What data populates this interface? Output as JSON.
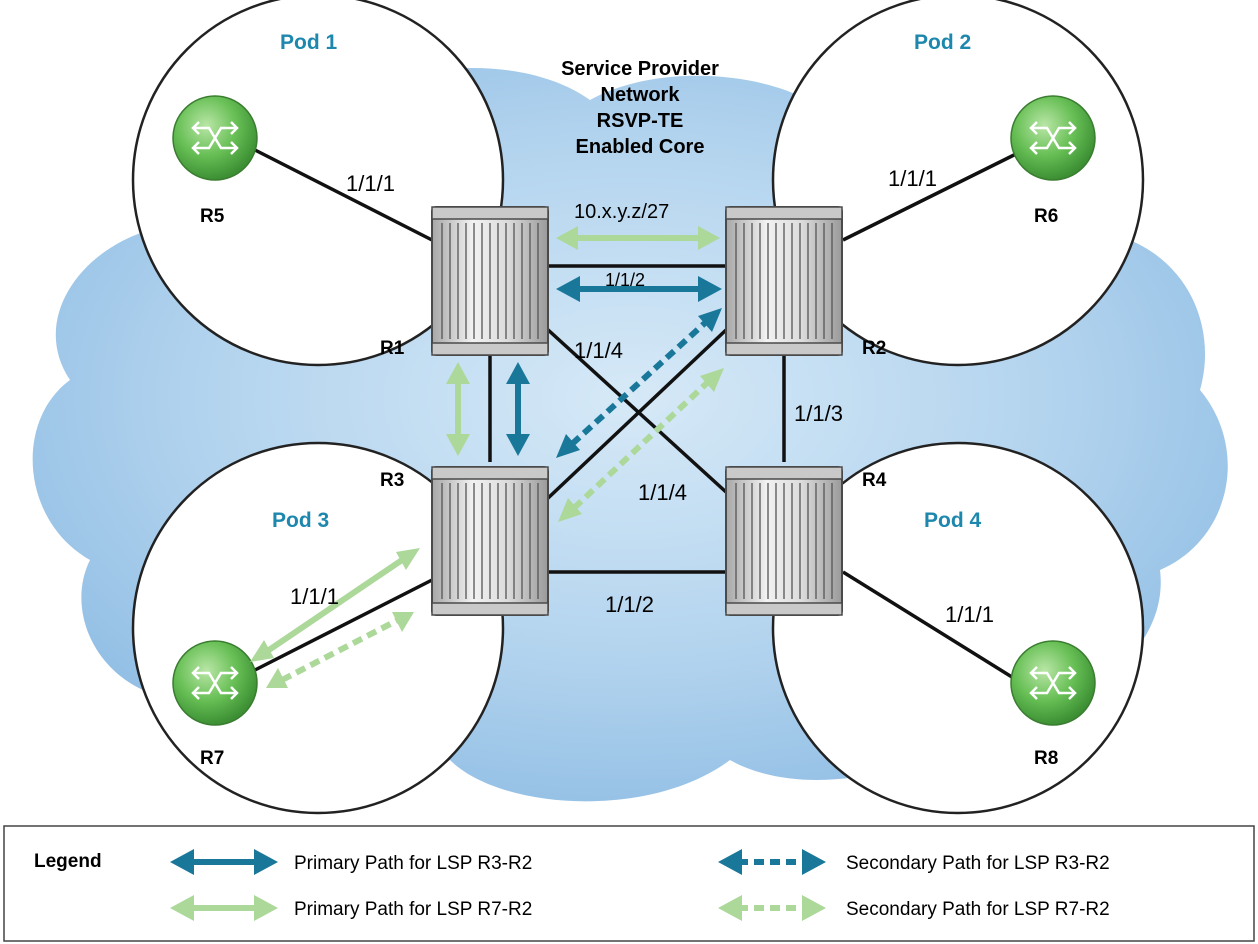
{
  "title_lines": [
    "Service Provider",
    "Network",
    "RSVP-TE",
    "Enabled Core"
  ],
  "pods": [
    "Pod 1",
    "Pod 2",
    "Pod 3",
    "Pod 4"
  ],
  "routers": {
    "core": [
      "R1",
      "R2",
      "R3",
      "R4"
    ],
    "edge": [
      "R5",
      "R6",
      "R7",
      "R8"
    ]
  },
  "ports": {
    "r1_r5": "1/1/1",
    "r2_r6": "1/1/1",
    "r3_r7": "1/1/1",
    "r4_r8": "1/1/1",
    "subnet": "10.x.y.z/27",
    "r1_r2": "1/1/2",
    "r1_r4": "1/1/4",
    "r2_r4": "1/1/3",
    "r3_r2": "1/1/4",
    "r3_r4": "1/1/2"
  },
  "legend": {
    "heading": "Legend",
    "items": [
      "Primary Path for LSP R3-R2",
      "Secondary Path for LSP R3-R2",
      "Primary Path for LSP R7-R2",
      "Secondary Path for LSP R7-R2"
    ]
  },
  "colors": {
    "dark_path": "#19789a",
    "light_path": "#acd89a",
    "pod_label": "#1e87ad",
    "cloud": "#aacdec",
    "router_green": "#67bf55"
  },
  "icons": [
    "router-icon",
    "switch-chassis-icon",
    "bidirectional-arrow-icon"
  ]
}
